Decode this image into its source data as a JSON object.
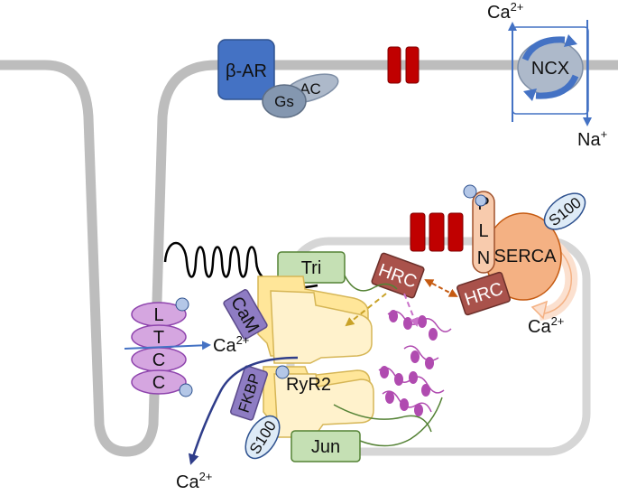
{
  "labels": {
    "beta_ar": "β-AR",
    "gs": "Gs",
    "ac": "AC",
    "ncx": "NCX",
    "ca_top": "Ca",
    "na": "Na",
    "plus": "+",
    "two_plus": "2+",
    "pln": [
      "P",
      "L",
      "N"
    ],
    "s100_top": "S100",
    "serca": "SERCA",
    "hrc_left": "HRC",
    "hrc_right": "HRC",
    "tri": "Tri",
    "cam": "CaM",
    "ltcc": [
      "L",
      "T",
      "C",
      "C"
    ],
    "ca_ltcc": "Ca",
    "fkbp": "FKBP",
    "ryr2": "RyR2",
    "s100_bottom": "S100",
    "jun": "Jun",
    "ca_serca": "Ca",
    "ca_bottom": "Ca"
  },
  "colors": {
    "membrane": "#bdbdbd",
    "sr_membrane": "#d6d6d6",
    "beta_ar": "#4472c4",
    "gs": "#8497b0",
    "ac": "#adb9ca",
    "channel_red": "#c00000",
    "ncx": "#adb9ca",
    "ncx_arrows": "#4472c4",
    "pln": "#f8cbad",
    "serca": "#f4b183",
    "s100": "#deebf7",
    "hrc": "#a9524b",
    "tri_jun": "#c5e0b4",
    "cam_fkbp": "#8e7cc3",
    "ltcc": "#d5a6e0",
    "ryr2": "#ffe699",
    "phospho": "#b4c7e7",
    "arrow_blue": "#4472c4",
    "arrow_navy": "#2f3d8a",
    "dashed_gold": "#c9a227",
    "dashed_pink": "#c971c9",
    "dashed_brown": "#c55a11",
    "helix": "#b04bb0"
  }
}
